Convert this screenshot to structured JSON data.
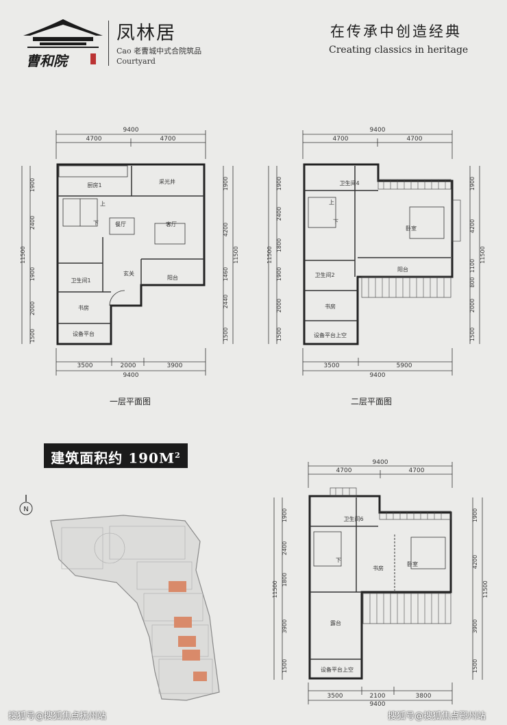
{
  "brand": {
    "logo_text": "曹和院",
    "name_cn": "凤林居",
    "subtitle": "Cao 老曹城中式合院筑品",
    "subtitle_en": "Courtyard"
  },
  "slogan": {
    "cn": "在传承中创造经典",
    "en": "Creating classics in heritage"
  },
  "plan1": {
    "caption": "一层平面图",
    "dims": {
      "top_total": "9400",
      "top_a": "4700",
      "top_b": "4700",
      "bot_a": "3500",
      "bot_b": "2000",
      "bot_c": "3900",
      "bot_total": "9400",
      "left": [
        "1900",
        "2400",
        "1900",
        "2000",
        "1500"
      ],
      "left_total": "11500",
      "right": [
        "1900",
        "4200",
        "1460",
        "2440",
        "1500"
      ],
      "right_total": "11500"
    },
    "rooms": {
      "kitchen": "厨房1",
      "skylight": "采光井",
      "dining": "餐厅",
      "living": "客厅",
      "bath": "卫生间1",
      "entry": "玄关",
      "balcony": "阳台",
      "study": "书房",
      "equip": "设备平台",
      "up": "上",
      "down": "下"
    }
  },
  "plan2": {
    "caption": "二层平面图",
    "dims": {
      "top_total": "9400",
      "top_a": "4700",
      "top_b": "4700",
      "bot_a": "3500",
      "bot_b": "5900",
      "bot_total": "9400",
      "left": [
        "1900",
        "2400",
        "1800",
        "1900",
        "2000",
        "1500"
      ],
      "left_total": "11500",
      "right": [
        "1900",
        "4200",
        "1100",
        "800",
        "2000",
        "1500"
      ],
      "right_total": "11500"
    },
    "rooms": {
      "bath4": "卫生间4",
      "bedroom": "卧室",
      "balcony": "阳台",
      "bath2": "卫生间2",
      "study": "书房",
      "equip": "设备平台上空",
      "up": "上",
      "down": "下"
    }
  },
  "area": {
    "text": "建筑面积约 190M",
    "sup": "2"
  },
  "site": {
    "north": "N"
  },
  "plan3": {
    "dims": {
      "top_total": "9400",
      "top_a": "4700",
      "top_b": "4700",
      "bot_a": "3500",
      "bot_b": "2100",
      "bot_c": "3800",
      "bot_total": "9400",
      "left": [
        "1900",
        "2400",
        "1800",
        "3900",
        "1500"
      ],
      "left_total": "11500",
      "right": [
        "1900",
        "4200",
        "3900",
        "1500"
      ],
      "right_total": "11500"
    },
    "rooms": {
      "bath6": "卫生间6",
      "study": "书房",
      "bedroom": "卧室",
      "terrace": "露台",
      "equip": "设备平台上空",
      "down": "下"
    }
  },
  "watermarks": {
    "left": "搜狐号@搜狐焦点抚州站",
    "right": "搜狐号@搜狐焦点鄂州站"
  }
}
